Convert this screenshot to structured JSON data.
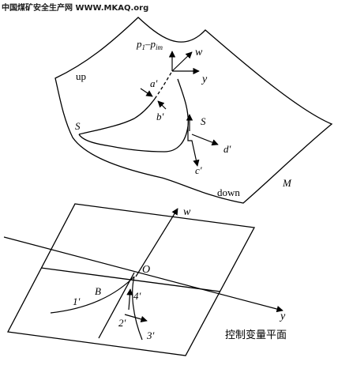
{
  "header": {
    "text": "中国煤矿安全生产网 WWW.MKAQ.org"
  },
  "upper": {
    "p_label": "p",
    "p_sub1": "1",
    "p_mid": "–p",
    "p_sub2": "im",
    "w": "w",
    "y": "y",
    "up": "up",
    "down": "down",
    "M": "M",
    "S_left": "S",
    "S_right": "S",
    "a": "a'",
    "b": "b'",
    "c": "c'",
    "d": "d'"
  },
  "lower": {
    "w": "w",
    "O": "O",
    "y": "y",
    "B": "B",
    "l1": "1'",
    "l2": "2'",
    "l3": "3'",
    "l4": "4'",
    "caption": "控制变量平面"
  }
}
